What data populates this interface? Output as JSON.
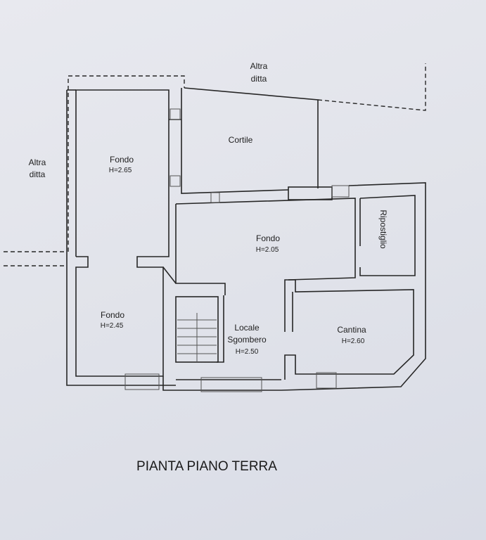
{
  "plan": {
    "title": "PIANTA PIANO TERRA",
    "neighbors": {
      "top": {
        "line1": "Altra",
        "line2": "ditta"
      },
      "left": {
        "line1": "Altra",
        "line2": "ditta"
      }
    },
    "rooms": {
      "fondo_nw": {
        "name": "Fondo",
        "height": "H=2.65"
      },
      "cortile": {
        "name": "Cortile"
      },
      "fondo_center": {
        "name": "Fondo",
        "height": "H=2.05"
      },
      "ripostiglio": {
        "name": "Ripostiglio"
      },
      "fondo_sw": {
        "name": "Fondo",
        "height": "H=2.45"
      },
      "locale": {
        "name1": "Locale",
        "name2": "Sgombero",
        "height": "H=2.50"
      },
      "cantina": {
        "name": "Cantina",
        "height": "H=2.60"
      }
    }
  }
}
